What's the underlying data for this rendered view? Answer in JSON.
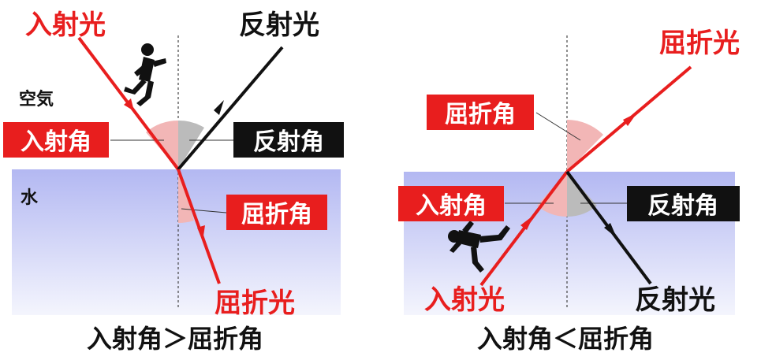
{
  "colors": {
    "red": "#e81e1e",
    "black": "#111111",
    "water_top": "#b3b8f2",
    "water_bottom": "#f4f5fd",
    "angle_fill": "#f2b6b6",
    "angle_fill_dark": "#bbbbbb"
  },
  "icons": [
    "running-man-icon",
    "falling-man-icon"
  ],
  "left": {
    "incident_light": "入射光",
    "reflected_light": "反射光",
    "air": "空気",
    "incident_angle": "入射角",
    "reflection_angle": "反射角",
    "water": "水",
    "refraction_angle": "屈折角",
    "refracted_light": "屈折光",
    "caption": "入射角＞屈折角"
  },
  "right": {
    "refracted_light": "屈折光",
    "refraction_angle": "屈折角",
    "incident_angle": "入射角",
    "reflection_angle": "反射角",
    "incident_light": "入射光",
    "reflected_light": "反射光",
    "caption": "入射角＜屈折角"
  }
}
